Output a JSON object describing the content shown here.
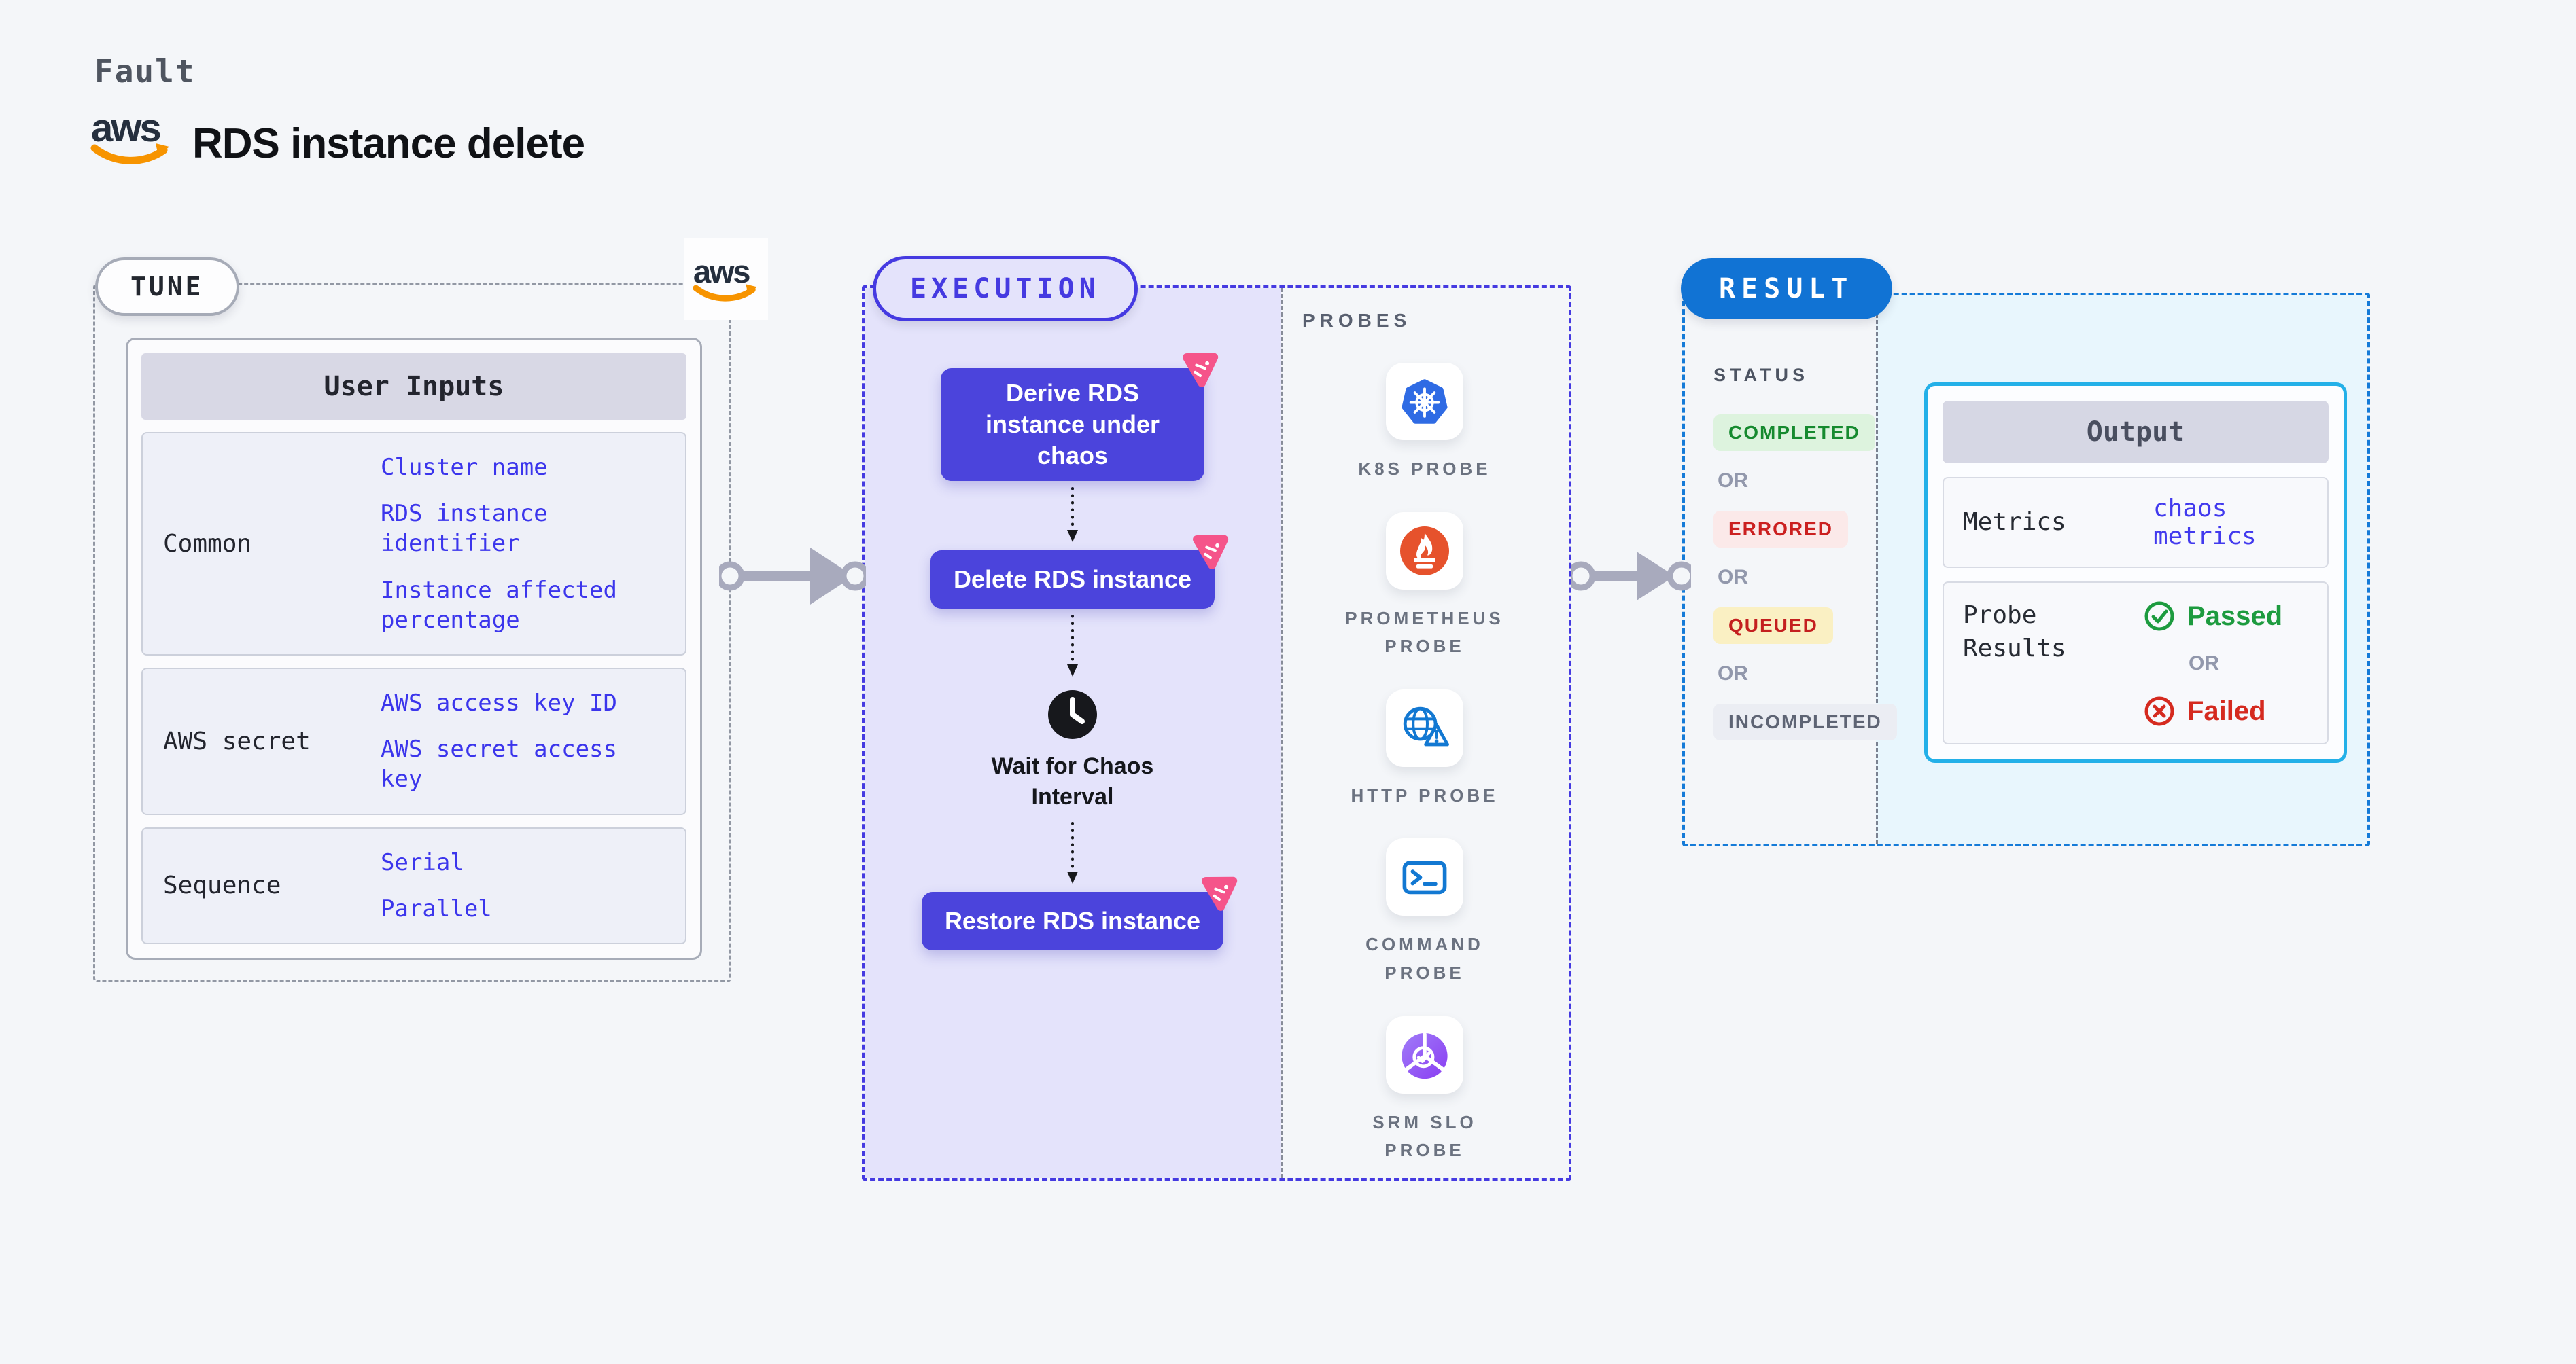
{
  "header": {
    "kind_label": "Fault",
    "title": "RDS instance delete"
  },
  "aws_logo": {
    "text": "aws"
  },
  "tune": {
    "badge_label": "TUNE",
    "table": {
      "header": "User Inputs",
      "rows": [
        {
          "label": "Common",
          "values": [
            "Cluster name",
            "RDS instance identifier",
            "Instance affected percentage"
          ]
        },
        {
          "label": "AWS secret",
          "values": [
            "AWS access key ID",
            "AWS secret access key"
          ]
        },
        {
          "label": "Sequence",
          "values": [
            "Serial",
            "Parallel"
          ]
        }
      ]
    }
  },
  "execution": {
    "badge_label": "EXECUTION",
    "steps": [
      {
        "label": "Derive RDS instance under chaos",
        "type": "chaos"
      },
      {
        "label": "Delete RDS instance",
        "type": "chaos"
      },
      {
        "label": "Wait for Chaos Interval",
        "type": "wait",
        "icon": "clock-icon"
      },
      {
        "label": "Restore RDS instance",
        "type": "chaos"
      }
    ]
  },
  "probes": {
    "heading": "PROBES",
    "items": [
      {
        "label": "K8S PROBE",
        "icon": "kubernetes-icon"
      },
      {
        "label": "PROMETHEUS PROBE",
        "icon": "prometheus-icon"
      },
      {
        "label": "HTTP PROBE",
        "icon": "globe-alert-icon"
      },
      {
        "label": "COMMAND PROBE",
        "icon": "terminal-icon"
      },
      {
        "label": "SRM SLO PROBE",
        "icon": "slo-gauge-icon"
      }
    ]
  },
  "result": {
    "badge_label": "RESULT",
    "status": {
      "heading": "STATUS",
      "or_label": "OR",
      "items": [
        {
          "label": "COMPLETED",
          "tone": "green"
        },
        {
          "label": "ERRORED",
          "tone": "red"
        },
        {
          "label": "QUEUED",
          "tone": "yellow"
        },
        {
          "label": "INCOMPLETED",
          "tone": "grey"
        }
      ]
    },
    "output": {
      "header": "Output",
      "metrics_label": "Metrics",
      "metrics_value": "chaos metrics",
      "probe_results_label": "Probe Results",
      "passed_label": "Passed",
      "or_label": "OR",
      "failed_label": "Failed"
    }
  },
  "colors": {
    "accent_indigo": "#4b44dc",
    "accent_pink": "#f5548a",
    "result_blue": "#1173d4",
    "output_border_cyan": "#23b0e8",
    "value_blue": "#3b35ec",
    "passed_green": "#1d9b3f",
    "failed_red": "#d52a1f",
    "aws_orange": "#f79400",
    "aws_navy": "#252f3e"
  }
}
